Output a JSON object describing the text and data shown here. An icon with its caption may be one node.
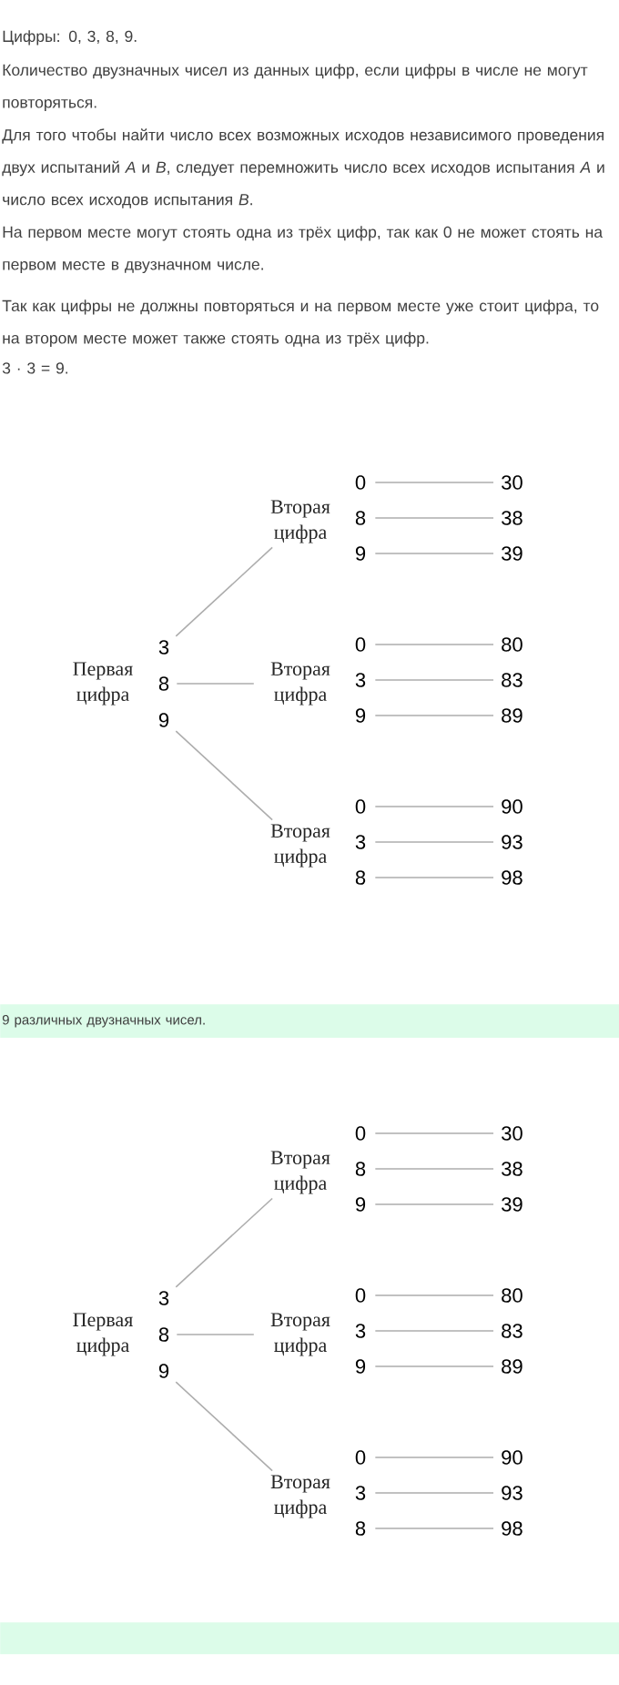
{
  "diagram": {
    "nodes": [
      {
        "text": [
          "3"
        ]
      },
      {
        "text": [
          "8"
        ]
      },
      {
        "text": [
          "9"
        ]
      },
      {
        "text": [
          "Вторая цифра"
        ]
      },
      {
        "text": [
          "0"
        ]
      },
      {
        "text": [
          "8"
        ]
      },
      {
        "text": [
          "9"
        ]
      },
      {
        "text": [
          "30"
        ]
      },
      {
        "text": [
          "38"
        ]
      },
      {
        "text": [
          "39"
        ]
      },
      {
        "text": [
          "Вторая цифра"
        ]
      },
      {
        "text": [
          "0"
        ]
      },
      {
        "text": [
          "3"
        ]
      },
      {
        "text": [
          "9"
        ]
      },
      {
        "text": [
          "80"
        ]
      },
      {
        "text": [
          "83"
        ]
      },
      {
        "text": [
          "89"
        ]
      },
      {
        "text": [
          "Вторая цифра"
        ]
      },
      {
        "text": [
          "0"
        ]
      },
      {
        "text": [
          "3"
        ]
      },
      {
        "text": [
          "8"
        ]
      },
      {
        "text": [
          "90"
        ]
      },
      {
        "text": [
          "93"
        ]
      },
      {
        "text": [
          "98"
        ]
      },
      {
        "text": [
          "3"
        ]
      },
      {
        "text": [
          "8"
        ]
      },
      {
        "text": [
          "9"
        ]
      },
      {
        "text": [
          "Вторая цифра"
        ]
      },
      {
        "text": [
          "0"
        ]
      },
      {
        "text": [
          "8"
        ]
      },
      {
        "text": [
          "9"
        ]
      },
      {
        "text": [
          "30"
        ]
      },
      {
        "text": [
          "38"
        ]
      },
      {
        "text": [
          "39"
        ]
      },
      {
        "text": [
          "Вторая цифра"
        ]
      },
      {
        "text": [
          "0"
        ]
      },
      {
        "text": [
          "3"
        ]
      },
      {
        "text": [
          "9"
        ]
      },
      {
        "text": [
          "80"
        ]
      },
      {
        "text": [
          "83"
        ]
      },
      {
        "text": [
          "89"
        ]
      },
      {
        "text": [
          "Вторая цифра"
        ]
      },
      {
        "text": [
          "0"
        ]
      },
      {
        "text": [
          "3"
        ]
      },
      {
        "text": [
          "8"
        ]
      },
      {
        "text": [
          "90"
        ]
      },
      {
        "text": [
          "93"
        ]
      },
      {
        "text": [
          "98"
        ]
      },
      {
        "text": [
          "9 различных двузначных чисел."
        ]
      },
      {
        "text": [],
        "shape": "bar"
      }
    ],
    "edges": [
      {
        "from": 0,
        "to": 3,
        "arrow": "none"
      },
      {
        "from": 1,
        "to": 10,
        "arrow": "none"
      },
      {
        "from": 2,
        "to": 17,
        "arrow": "none"
      },
      {
        "from": 4,
        "to": 7,
        "arrow": "none"
      },
      {
        "from": 5,
        "to": 8,
        "arrow": "none"
      },
      {
        "from": 6,
        "to": 9,
        "arrow": "none"
      },
      {
        "from": 11,
        "to": 14,
        "arrow": "none"
      },
      {
        "from": 12,
        "to": 15,
        "arrow": "none"
      },
      {
        "from": 13,
        "to": 16,
        "arrow": "none"
      },
      {
        "from": 18,
        "to": 21,
        "arrow": "none"
      },
      {
        "from": 19,
        "to": 22,
        "arrow": "none"
      },
      {
        "from": 20,
        "to": 23,
        "arrow": "none"
      },
      {
        "from": 24,
        "to": 27,
        "arrow": "none"
      },
      {
        "from": 25,
        "to": 34,
        "arrow": "none"
      },
      {
        "from": 26,
        "to": 41,
        "arrow": "none"
      },
      {
        "from": 28,
        "to": 31,
        "arrow": "none"
      },
      {
        "from": 29,
        "to": 32,
        "arrow": "none"
      },
      {
        "from": 30,
        "to": 33,
        "arrow": "none"
      },
      {
        "from": 35,
        "to": 38,
        "arrow": "none"
      },
      {
        "from": 36,
        "to": 39,
        "arrow": "none"
      },
      {
        "from": 37,
        "to": 40,
        "arrow": "none"
      },
      {
        "from": 42,
        "to": 45,
        "arrow": "none"
      },
      {
        "from": 43,
        "to": 46,
        "arrow": "none"
      },
      {
        "from": 44,
        "to": 47,
        "arrow": "none"
      }
    ],
    "labels": [
      "Цифры: 0, 3, 8, 9.",
      "Количество двузначных чисел из данных цифр, если цифры в числе не могут повторяться.",
      "Для того чтобы найти число всех возможных исходов независимого проведения двух испытаний *A* и *B*, следует перемножить число всех исходов испытания *A* и число всех исходов испытания *B*.",
      "На первом месте могут стоять одна из трёх цифр, так как 0 не может стоять на первом месте в двузначном числе.",
      "Так как цифры не должны повторяться и на первом месте уже стоит цифра, то на втором месте может также стоять одна из трёх цифр.",
      "3 · 3 = 9.",
      "Первая цифра",
      "Первая цифра"
    ]
  }
}
